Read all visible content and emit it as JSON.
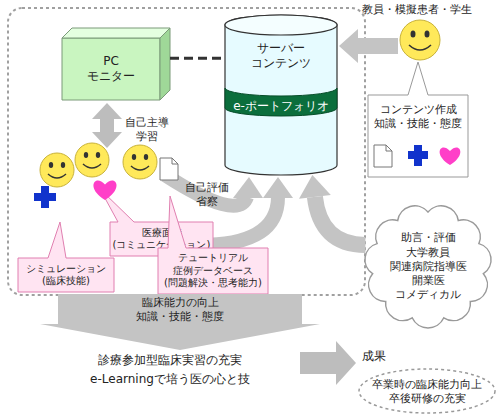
{
  "diagram": {
    "nodes": [
      {
        "text": [
          "PC モニター"
        ]
      },
      {
        "text": [
          "サーバー コンテンツ"
        ]
      },
      {
        "text": [
          "e-ポートフォリオ"
        ],
        "in": 1
      },
      {
        "text": [
          "コンテンツ作成 知識・技能・態度"
        ]
      },
      {
        "text": [
          "医療面接 (コミュニケーション)"
        ]
      },
      {
        "text": [
          "シミュレーション (臨床技能)"
        ]
      },
      {
        "text": [
          "テュートリアル 症例データベース (問題解決・思考能力)"
        ]
      },
      {
        "text": [
          "助言・評価",
          "大学教員 関連病院指導医 開業医 コメディカル"
        ]
      },
      {
        "text": [
          "臨床能力の向上 知識・技能・態度"
        ]
      },
      {
        "text": [
          "成果",
          "卒業時の臨床能力向上 卒後研修の充実"
        ]
      }
    ],
    "edges": [
      {
        "from": 0,
        "to": 1,
        "arrow": "none"
      },
      {
        "from": 7,
        "to": 1,
        "arrow": "to"
      }
    ],
    "labels": [
      "教員・模擬患者・学生",
      "自己主導学習",
      "自己評価 省察",
      "診療参加型臨床実習の充実",
      "e-Learningで培う医の心と技"
    ]
  }
}
